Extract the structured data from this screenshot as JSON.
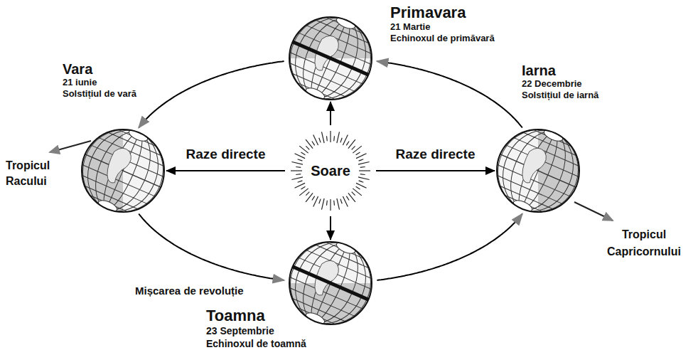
{
  "diagram": {
    "nodes": [
      {
        "text": [
          "Primavara",
          "21 Martie",
          "Echinoxul de primăvară"
        ]
      },
      {
        "text": [
          "Vara",
          "21 iunie",
          "Solstițiul de vară"
        ]
      },
      {
        "text": [
          "Iarna",
          "22 Decembrie",
          "Solstițiul de iarnă"
        ]
      },
      {
        "text": [
          "Soare"
        ]
      },
      {
        "text": [
          "Toamna",
          "23 Septembrie",
          "Echinoxul de toamnă"
        ]
      }
    ],
    "edges": [
      {
        "from": 3,
        "to": 1,
        "arrow": "to",
        "label": "Raze directe"
      },
      {
        "from": 3,
        "to": 2,
        "arrow": "to",
        "label": "Raze directe"
      },
      {
        "from": 3,
        "to": 0,
        "arrow": "to"
      },
      {
        "from": 3,
        "to": 4,
        "arrow": "to"
      },
      {
        "from": 2,
        "to": 0,
        "arrow": "to"
      },
      {
        "from": 0,
        "to": 1,
        "arrow": "to"
      },
      {
        "from": 1,
        "to": 4,
        "arrow": "to"
      },
      {
        "from": 4,
        "to": 2,
        "arrow": "to"
      }
    ],
    "labels": [
      "Tropicul Racului",
      "Mișcarea de revoluție",
      "Tropicul Capricornului"
    ]
  }
}
